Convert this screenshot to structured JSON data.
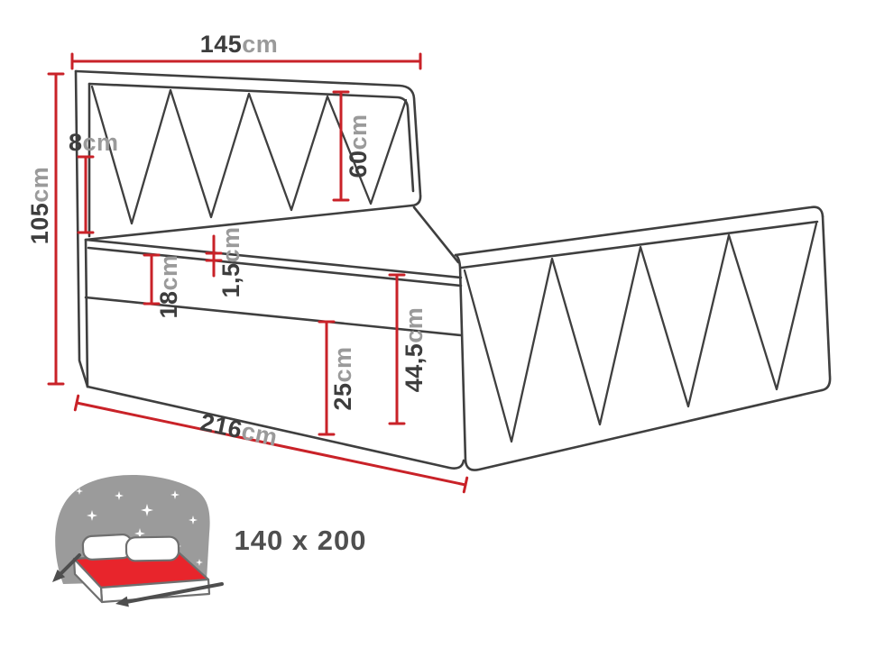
{
  "page": {
    "background": "#ffffff"
  },
  "diagram": {
    "dimensions": {
      "headboard_width": {
        "value": "145",
        "unit": "cm"
      },
      "headboard_thickness": {
        "value": "8",
        "unit": "cm"
      },
      "overall_height": {
        "value": "105",
        "unit": "cm"
      },
      "headboard_panel_height": {
        "value": "60",
        "unit": "cm"
      },
      "mattress_welt": {
        "value": "1,5",
        "unit": "cm"
      },
      "mattress_height": {
        "value": "18",
        "unit": "cm"
      },
      "base_height": {
        "value": "25",
        "unit": "cm"
      },
      "footboard_height": {
        "value": "44,5",
        "unit": "cm"
      },
      "overall_length": {
        "value": "216",
        "unit": "cm"
      }
    },
    "bed_size_label": "140 x 200",
    "colors": {
      "outline": "#3f3f3f",
      "dimension_red": "#c92228",
      "value_text": "#3d3d3d",
      "unit_text": "#9a9a9a",
      "caption_text": "#4f4f4f",
      "icon_gray": "#9b9b9b",
      "icon_red": "#e8252c"
    }
  }
}
